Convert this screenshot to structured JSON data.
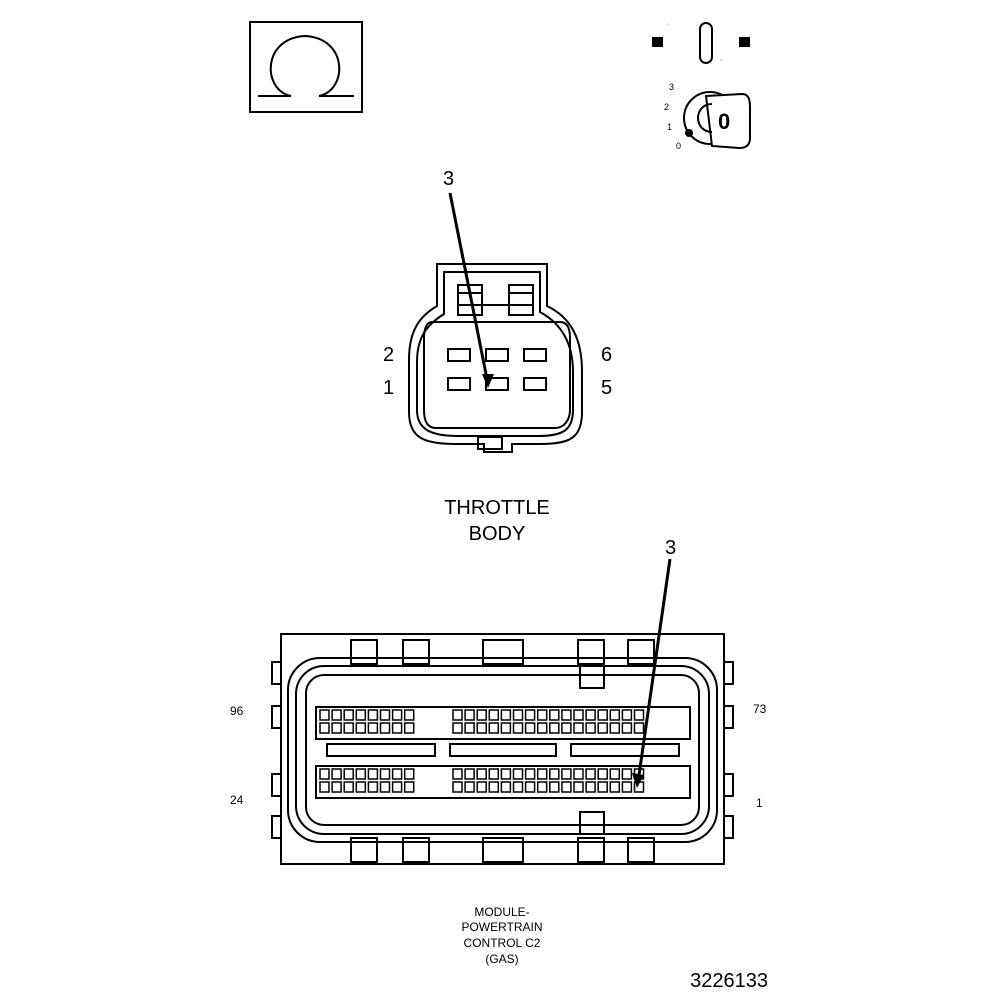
{
  "throttle_body": {
    "pointer_label": "3",
    "pin_labels": {
      "top_left": "2",
      "bottom_left": "1",
      "top_right": "6",
      "bottom_right": "5"
    },
    "title_line1": "THROTTLE",
    "title_line2": "BODY"
  },
  "pcm_connector": {
    "pointer_label": "3",
    "pin_labels": {
      "top_left": "96",
      "bottom_left": "24",
      "top_right": "73",
      "bottom_right": "1"
    },
    "title_lines": [
      "MODULE-",
      "POWERTRAIN",
      "CONTROL C2",
      "(GAS)"
    ]
  },
  "key_switch": {
    "key_label": "0",
    "positions": [
      "3",
      "2",
      "1",
      "0"
    ]
  },
  "figure_number": "3226133",
  "icons": [
    "ohmmeter-icon",
    "ignition-key-icon"
  ]
}
